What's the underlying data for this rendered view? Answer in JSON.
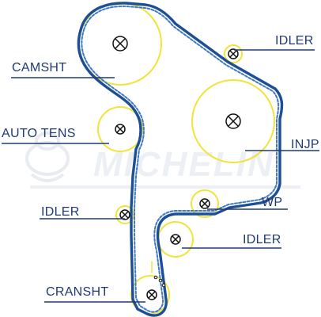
{
  "labels": {
    "camsht": "CAMSHT",
    "idler_top": "IDLER",
    "auto_tens": "AUTO TENS",
    "injp": "INJP",
    "idler_left": "IDLER",
    "wp": "WP",
    "idler_right": "IDLER",
    "cransht": "CRANSHT"
  },
  "watermark": "MICHELIN",
  "colors": {
    "belt": "#1c4f96",
    "pulley": "#f2e33a",
    "label": "#1f3a73",
    "watermark": "#eceff3"
  }
}
